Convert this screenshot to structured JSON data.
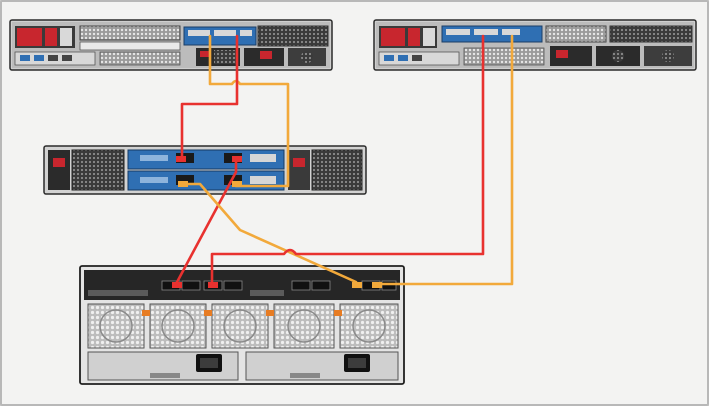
{
  "diagram": {
    "title": "",
    "background": "#f3f3f2",
    "colors": {
      "chassis_dark": "#2b2b2b",
      "chassis_mid": "#6e6e6e",
      "chassis_light": "#d4d4d4",
      "controller_blue": "#2f6fb3",
      "bezel_red": "#c8262e",
      "cable_red": "#e8312f",
      "cable_orange": "#f2a93b",
      "psu_orange": "#e77c23"
    },
    "components": [
      {
        "id": "server-1",
        "type": "rack-server-2u",
        "label": ""
      },
      {
        "id": "server-2",
        "type": "rack-server-2u",
        "label": ""
      },
      {
        "id": "switch",
        "type": "controller-enclosure",
        "label": ""
      },
      {
        "id": "storage-enclosure",
        "type": "disk-enclosure",
        "label": ""
      }
    ],
    "connections": [
      {
        "from": "server-1",
        "to": "switch",
        "color": "red"
      },
      {
        "from": "server-1",
        "to": "switch",
        "color": "orange"
      },
      {
        "from": "switch",
        "to": "storage-enclosure",
        "color": "red"
      },
      {
        "from": "switch",
        "to": "storage-enclosure",
        "color": "orange"
      },
      {
        "from": "server-2",
        "to": "storage-enclosure",
        "color": "red"
      },
      {
        "from": "server-2",
        "to": "storage-enclosure",
        "color": "orange"
      }
    ]
  }
}
